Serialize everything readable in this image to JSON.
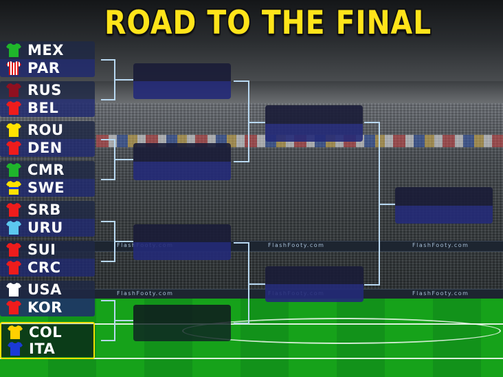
{
  "title": "ROAD TO THE FINAL",
  "watermark": "FlashFooty.com",
  "colors": {
    "title": "#ffe41a",
    "connector": "#b9d9f2",
    "selected_border": "#f2e000"
  },
  "matches": [
    {
      "top": {
        "code": "MEX",
        "shirt": "green"
      },
      "bottom": {
        "code": "PAR",
        "shirt": "red-white-stripes"
      }
    },
    {
      "top": {
        "code": "RUS",
        "shirt": "maroon"
      },
      "bottom": {
        "code": "BEL",
        "shirt": "red"
      }
    },
    {
      "top": {
        "code": "ROU",
        "shirt": "yellow"
      },
      "bottom": {
        "code": "DEN",
        "shirt": "red"
      }
    },
    {
      "top": {
        "code": "CMR",
        "shirt": "green"
      },
      "bottom": {
        "code": "SWE",
        "shirt": "yellow-blue"
      }
    },
    {
      "top": {
        "code": "SRB",
        "shirt": "red"
      },
      "bottom": {
        "code": "URU",
        "shirt": "sky-blue"
      }
    },
    {
      "top": {
        "code": "SUI",
        "shirt": "red"
      },
      "bottom": {
        "code": "CRC",
        "shirt": "red"
      }
    },
    {
      "top": {
        "code": "USA",
        "shirt": "white"
      },
      "bottom": {
        "code": "KOR",
        "shirt": "red"
      }
    },
    {
      "top": {
        "code": "COL",
        "shirt": "yellow"
      },
      "bottom": {
        "code": "ITA",
        "shirt": "blue"
      },
      "selected": true
    }
  ]
}
